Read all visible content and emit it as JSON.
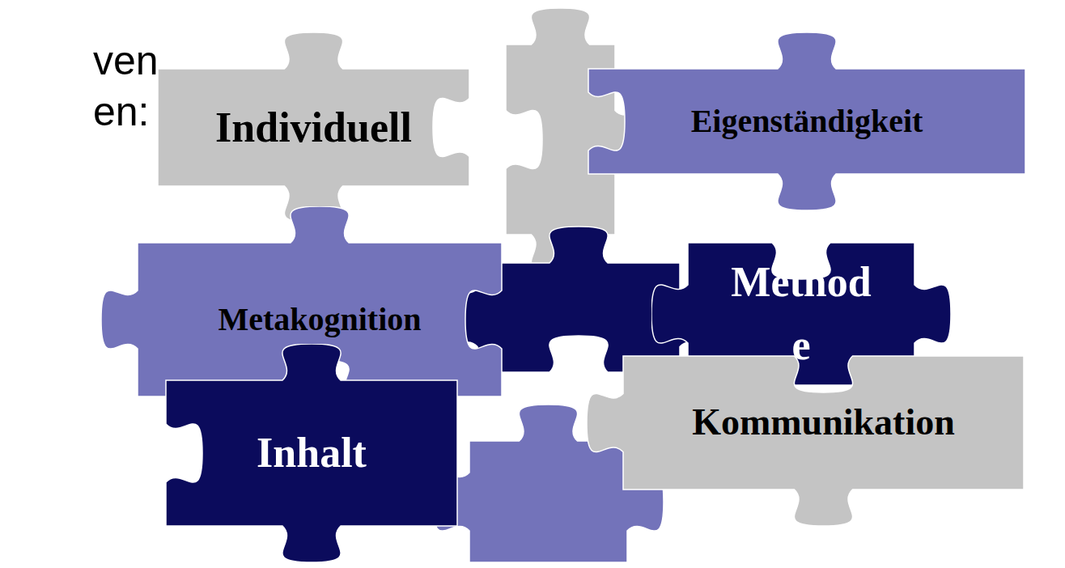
{
  "diagram": {
    "nodes": [
      {
        "text": [
          "Individuell"
        ]
      },
      {
        "text": [
          "Eigenständigkeit"
        ]
      },
      {
        "text": [
          "Metakognition"
        ]
      },
      {
        "text": [
          "Method e"
        ]
      },
      {
        "text": [
          "Inhalt"
        ]
      },
      {
        "text": [
          "Kommunikation"
        ]
      }
    ],
    "labels": [
      "ven",
      "en:"
    ]
  }
}
